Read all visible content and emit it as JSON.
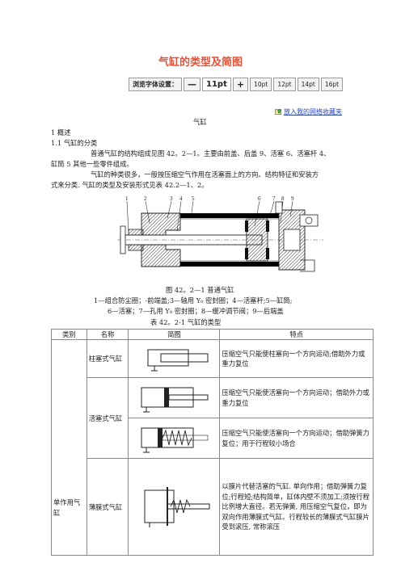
{
  "page_title": "气缸的类型及简图",
  "font_toolbar": {
    "label": "浏览字体设置：",
    "minus": "—",
    "current": "11pt",
    "plus": "+",
    "sizes": [
      "10pt",
      "12pt",
      "14pt",
      "16pt"
    ]
  },
  "favorite_link": "放入我的网络收藏夹",
  "doc_heading": "气缸",
  "sec1": "1 概述",
  "sec11": "1.1 气缸的分类",
  "para1_l1": "普通气缸的结构组成见图 42。2—1。主要由前盖、后盖 9、活塞 6、活塞杆 4、",
  "para1_l2": "缸筒 5 其他一些零件组成。",
  "para2_l1": "气缸的种类很多，一般按压缩空气作用在活塞面上的方向、结构特征和安装方",
  "para2_l2": "式来分类. 气缸的类型及安装形式见表 42.2—1、2。",
  "figure": {
    "callouts": [
      "1",
      "2",
      "3",
      "4",
      "5",
      "6",
      "7",
      "8",
      "9"
    ],
    "caption": "图 42。2—1 普通气缸",
    "legend_l1": "1—组合防尘圈；-前端盖;3—轴用 Y₀ 密封圈；4—活塞杆;5—缸筒;",
    "legend_l2": "6—活塞；7—孔用 Y₀ 密封圈；8—缓冲调节阀；9—后端盖"
  },
  "table": {
    "caption": "表 42。2-1 气缸的类型",
    "headers": [
      "类别",
      "名称",
      "简图",
      "特点"
    ],
    "category": "单作用气缸",
    "rows": [
      {
        "name": "柱塞式气缸",
        "desc": "压缩空气只能使柱塞向一个方向运动;借助外力或重力复位"
      },
      {
        "name": "活塞式气缸",
        "desc": "压缩空气只能使活塞向一个方向运动；借助外力或重力复位"
      },
      {
        "name": "",
        "desc": "压缩空气只能使活塞向一个方向运动；借助弹簧力复位；用于行程较小场合"
      },
      {
        "name": "薄膜式气缸",
        "desc": "以膜片代替活塞的气缸. 单向作用；借助弹簧力复位;行程短;结构简单，缸体内壁不须加工;须按行程比例增大直径。若无弹簧, 用压缩空气复位，即为双向作用薄膜式气缸。行程较长的薄膜式气缸膜片受到滚压, 常称滚压"
      }
    ]
  }
}
